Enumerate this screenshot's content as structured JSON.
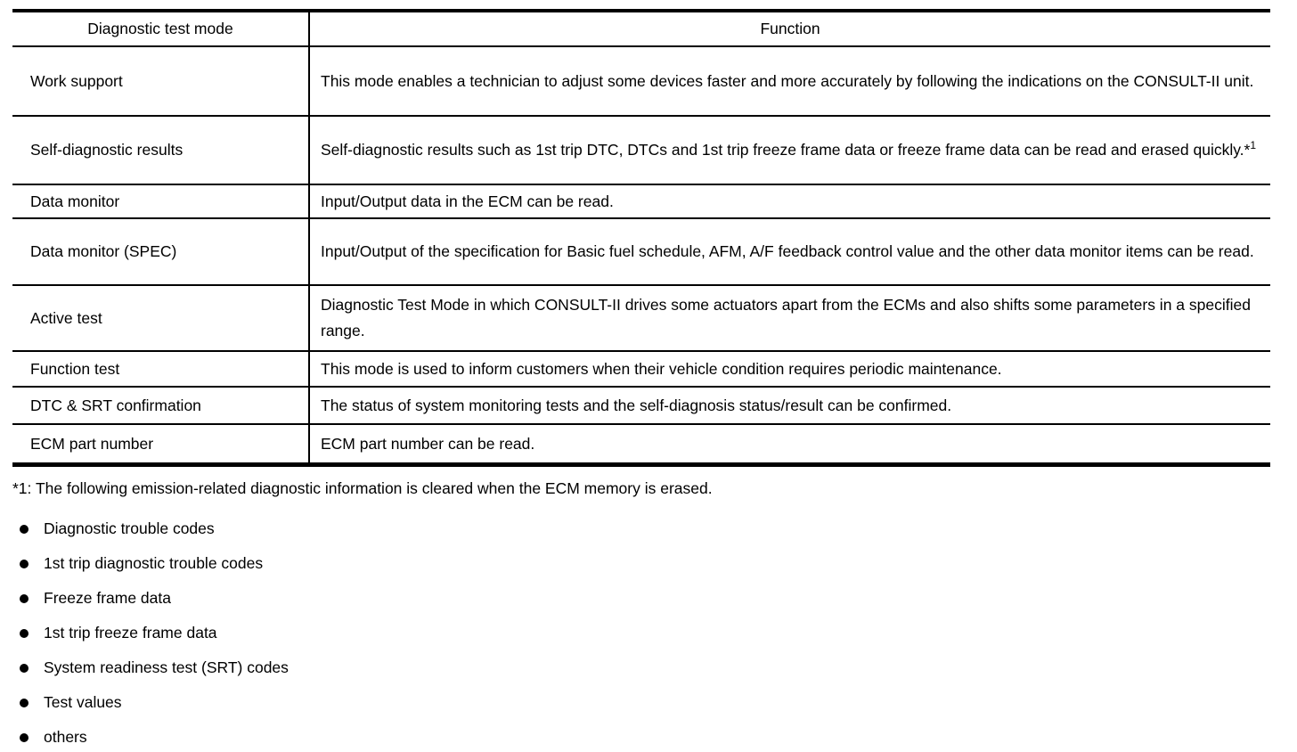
{
  "table": {
    "headers": {
      "mode": "Diagnostic test mode",
      "function": "Function"
    },
    "rows": [
      {
        "mode": "Work support",
        "function": "This mode enables a technician to adjust some devices faster and more accurately by following the indications on the CONSULT-II unit."
      },
      {
        "mode": "Self-diagnostic results",
        "function": "Self-diagnostic results such as 1st trip DTC, DTCs and 1st trip freeze frame data or freeze frame data can be read and erased quickly.*",
        "sup": "1"
      },
      {
        "mode": "Data monitor",
        "function": "Input/Output data in the ECM can be read."
      },
      {
        "mode": "Data monitor (SPEC)",
        "function": "Input/Output of the specification for Basic fuel schedule, AFM, A/F feedback control value and the other data monitor items can be read."
      },
      {
        "mode": "Active test",
        "function": "Diagnostic Test Mode in which CONSULT-II drives some actuators apart from the ECMs and also shifts some parameters in a specified range."
      },
      {
        "mode": "Function test",
        "function": "This mode is used to inform customers when their vehicle condition requires periodic maintenance."
      },
      {
        "mode": "DTC & SRT confirmation",
        "function": "The status of system monitoring tests and the self-diagnosis status/result can be confirmed."
      },
      {
        "mode": "ECM part number",
        "function": "ECM part number can be read."
      }
    ]
  },
  "footnote": "*1: The following emission-related diagnostic information is cleared when the ECM memory is erased.",
  "bullets": [
    "Diagnostic trouble codes",
    "1st trip diagnostic trouble codes",
    "Freeze frame data",
    "1st trip freeze frame data",
    "System readiness test (SRT) codes",
    "Test values",
    "others"
  ]
}
